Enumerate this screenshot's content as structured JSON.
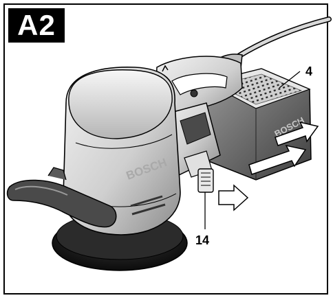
{
  "figure": {
    "label": "A2",
    "brand": "BOSCH",
    "callouts": [
      {
        "id": "4",
        "text": "4"
      },
      {
        "id": "14",
        "text": "14"
      }
    ],
    "colors": {
      "body_light": "#d9d9d9",
      "body_mid": "#b3b3b3",
      "body_dark": "#6e6e6e",
      "pad": "#1e1e1e",
      "outline": "#000000"
    }
  }
}
